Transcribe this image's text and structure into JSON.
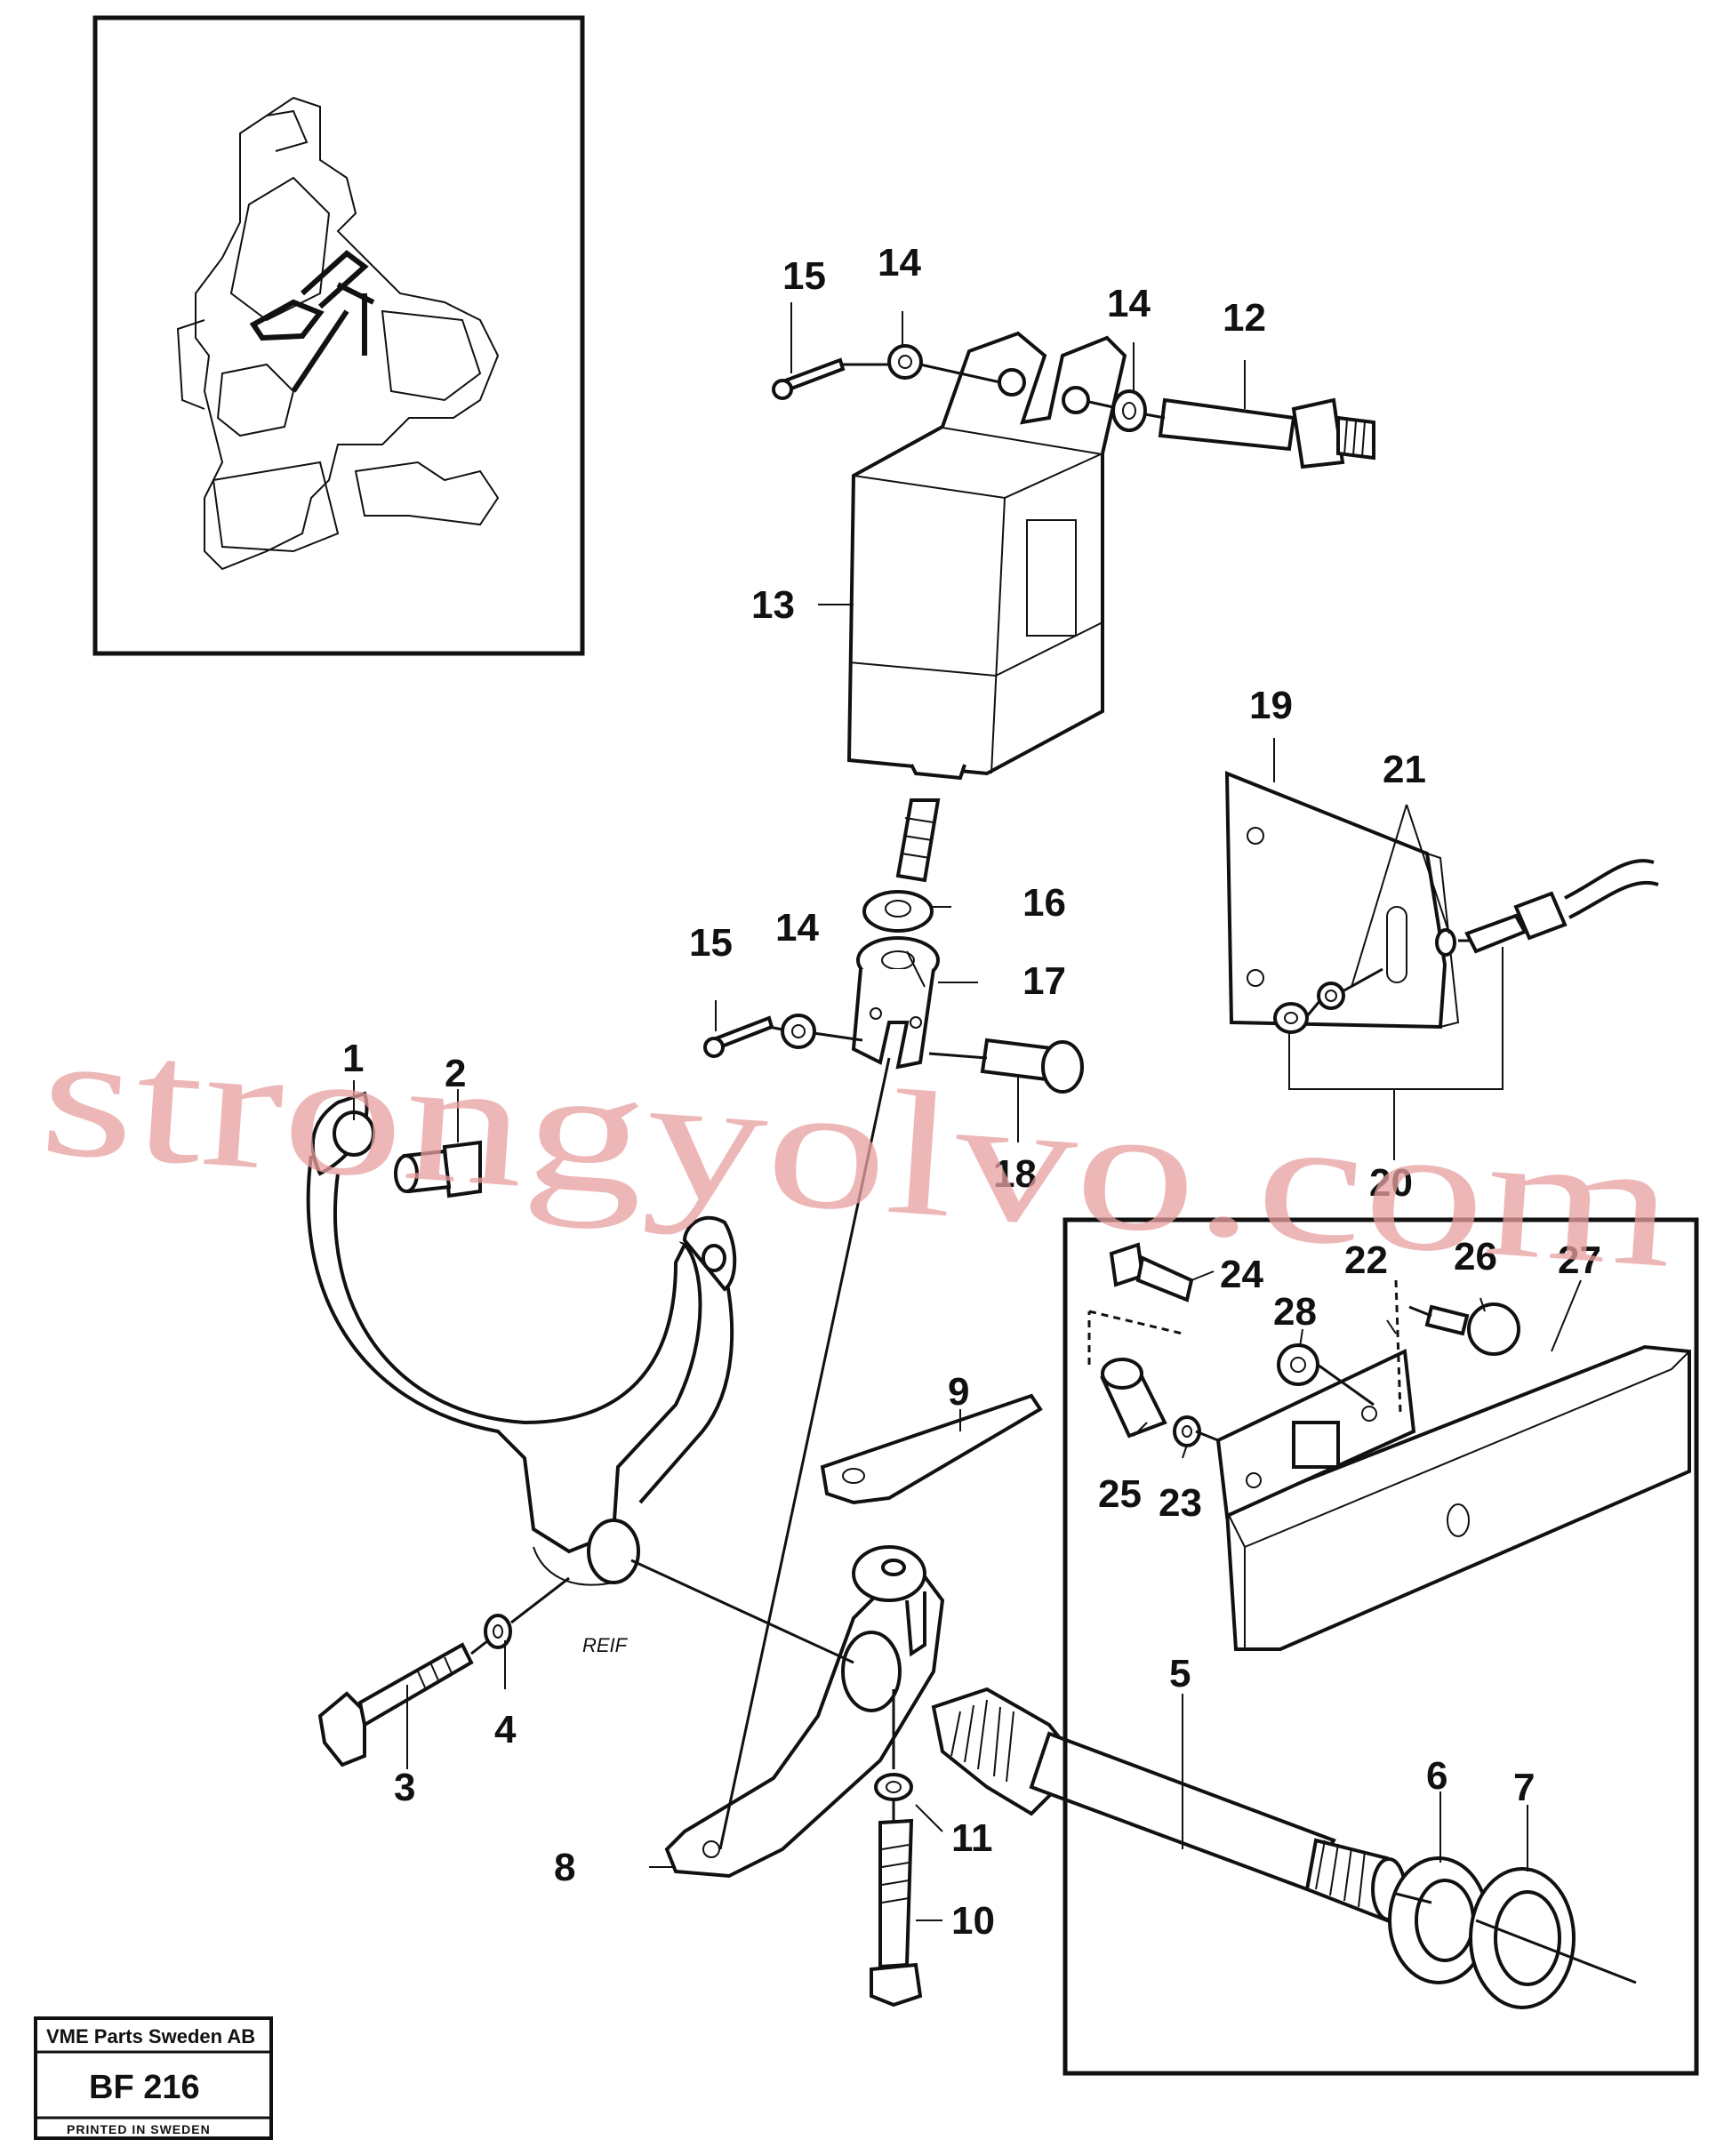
{
  "callouts": {
    "c1": "1",
    "c2": "2",
    "c3": "3",
    "c4": "4",
    "c5": "5",
    "c6": "6",
    "c7": "7",
    "c8": "8",
    "c9": "9",
    "c10": "10",
    "c11": "11",
    "c12": "12",
    "c13": "13",
    "c14a": "14",
    "c14b": "14",
    "c14c": "14",
    "c15a": "15",
    "c15b": "15",
    "c16": "16",
    "c17": "17",
    "c18": "18",
    "c19": "19",
    "c20": "20",
    "c21": "21",
    "c22": "22",
    "c23": "23",
    "c24": "24",
    "c25": "25",
    "c26": "26",
    "c27": "27",
    "c28": "28"
  },
  "part_marking": "REIF",
  "watermark": "strongyolvo.com",
  "stamp": {
    "company": "VME Parts Sweden AB",
    "code": "BF 216",
    "printed": "PRINTED IN SWEDEN"
  },
  "colors": {
    "line": "#111111",
    "watermark": "#e8a0a0",
    "background": "#ffffff"
  }
}
